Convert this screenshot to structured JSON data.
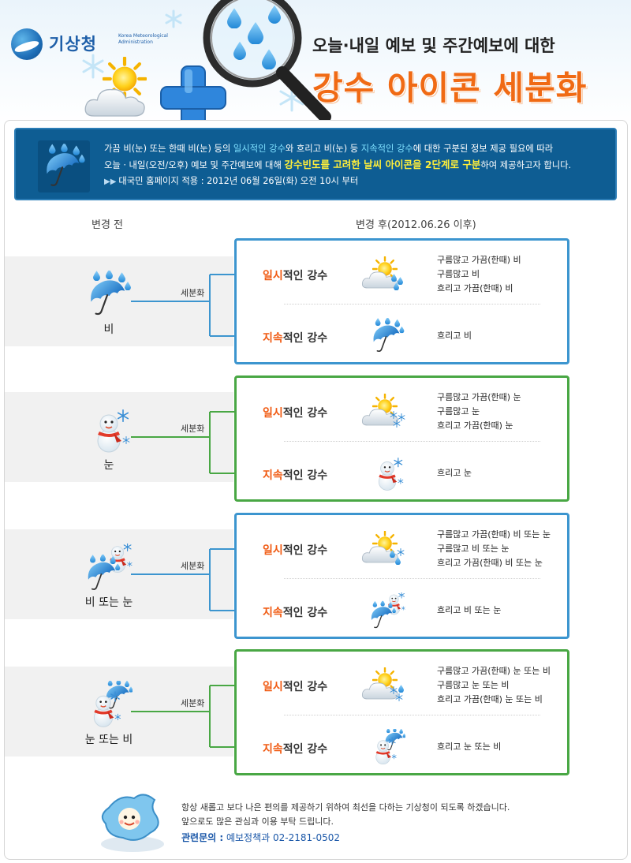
{
  "header": {
    "logo_name": "기상청",
    "logo_en": "Korea Meteorological Administration",
    "title_line1": "오늘·내일 예보 및 주간예보에 대한",
    "title_line2": "강수 아이콘 세분화"
  },
  "intro": {
    "line1_a": "가끔 비(눈) 또는 한때 비(눈) 등의 ",
    "line1_hl1": "일시적인 강수",
    "line1_b": "와 흐리고 비(눈) 등 ",
    "line1_hl2": "지속적인 강수",
    "line1_c": "에 대한 구분된 정보 제공 필요에 따라",
    "line2_a": "오늘 · 내일(오전/오후) 예보 및 주간예보에 대해 ",
    "line2_hl1": "강수빈도를 고려한 날씨 아이콘을 2단계로 구분",
    "line2_b": "하여 제공하고자 합니다.",
    "line3": "대국민 홈페이지 적용 : 2012년 06월 26일(화) 오전 10시 부터"
  },
  "columns": {
    "before": "변경 전",
    "after": "변경 후(2012.06.26 이후)"
  },
  "connector_label": "세분화",
  "categories": {
    "temporary_em": "일시",
    "temporary_rest": "적인 강수",
    "continuous_em": "지속",
    "continuous_rest": "적인 강수"
  },
  "rows": [
    {
      "before_label": "비",
      "temporary_desc": [
        "구름많고 가끔(한때) 비",
        "구름많고 비",
        "흐리고 가끔(한때) 비"
      ],
      "continuous_desc": [
        "흐리고 비"
      ],
      "color": "#3c95cf"
    },
    {
      "before_label": "눈",
      "temporary_desc": [
        "구름많고 가끔(한때) 눈",
        "구름많고 눈",
        "흐리고 가끔(한때) 눈"
      ],
      "continuous_desc": [
        "흐리고 눈"
      ],
      "color": "#49a744"
    },
    {
      "before_label": "비 또는 눈",
      "temporary_desc": [
        "구름많고 가끔(한때) 비 또는 눈",
        "구름많고 비 또는 눈",
        "흐리고 가끔(한때) 비 또는 눈"
      ],
      "continuous_desc": [
        "흐리고 비 또는 눈"
      ],
      "color": "#3c95cf"
    },
    {
      "before_label": "눈 또는 비",
      "temporary_desc": [
        "구름많고 가끔(한때) 눈 또는 비",
        "구름많고 눈 또는 비",
        "흐리고 가끔(한때) 눈 또는 비"
      ],
      "continuous_desc": [
        "흐리고 눈 또는 비"
      ],
      "color": "#49a744"
    }
  ],
  "footer": {
    "line1": "항상 새롭고 보다 나은 편의를 제공하기 위하여 최선을 다하는 기상청이 되도록 하겠습니다.",
    "line2": "앞으로도 많은 관심과 이용 부탁 드립니다.",
    "contact_label": "관련문의 :",
    "contact_value": "예보정책과 02-2181-0502"
  },
  "colors": {
    "brand_blue": "#1d5ea8",
    "title_orange": "#f06a14",
    "emphasis_red": "#f05a12",
    "rain_box": "#3c95cf",
    "snow_box": "#49a744",
    "intro_bg": "#0e5d93"
  },
  "icons": {
    "logo": "kma-logo-icon",
    "intro": "umbrella-rain-icon",
    "rain": "umbrella-rain-icon",
    "snow": "snowman-icon",
    "rain_or_snow": "umbrella-snowman-icon",
    "snow_or_rain": "snowman-umbrella-icon",
    "sun_cloud_rain": "sun-cloud-rain-icon",
    "sun_cloud_snow": "sun-cloud-snow-icon",
    "sun_cloud_rain_snow": "sun-cloud-rain-snow-icon",
    "sun_cloud_snow_rain": "sun-cloud-snow-rain-icon",
    "header_art": "magnifier-plus-weather-illustration",
    "mascot": "kma-mascot-icon"
  }
}
